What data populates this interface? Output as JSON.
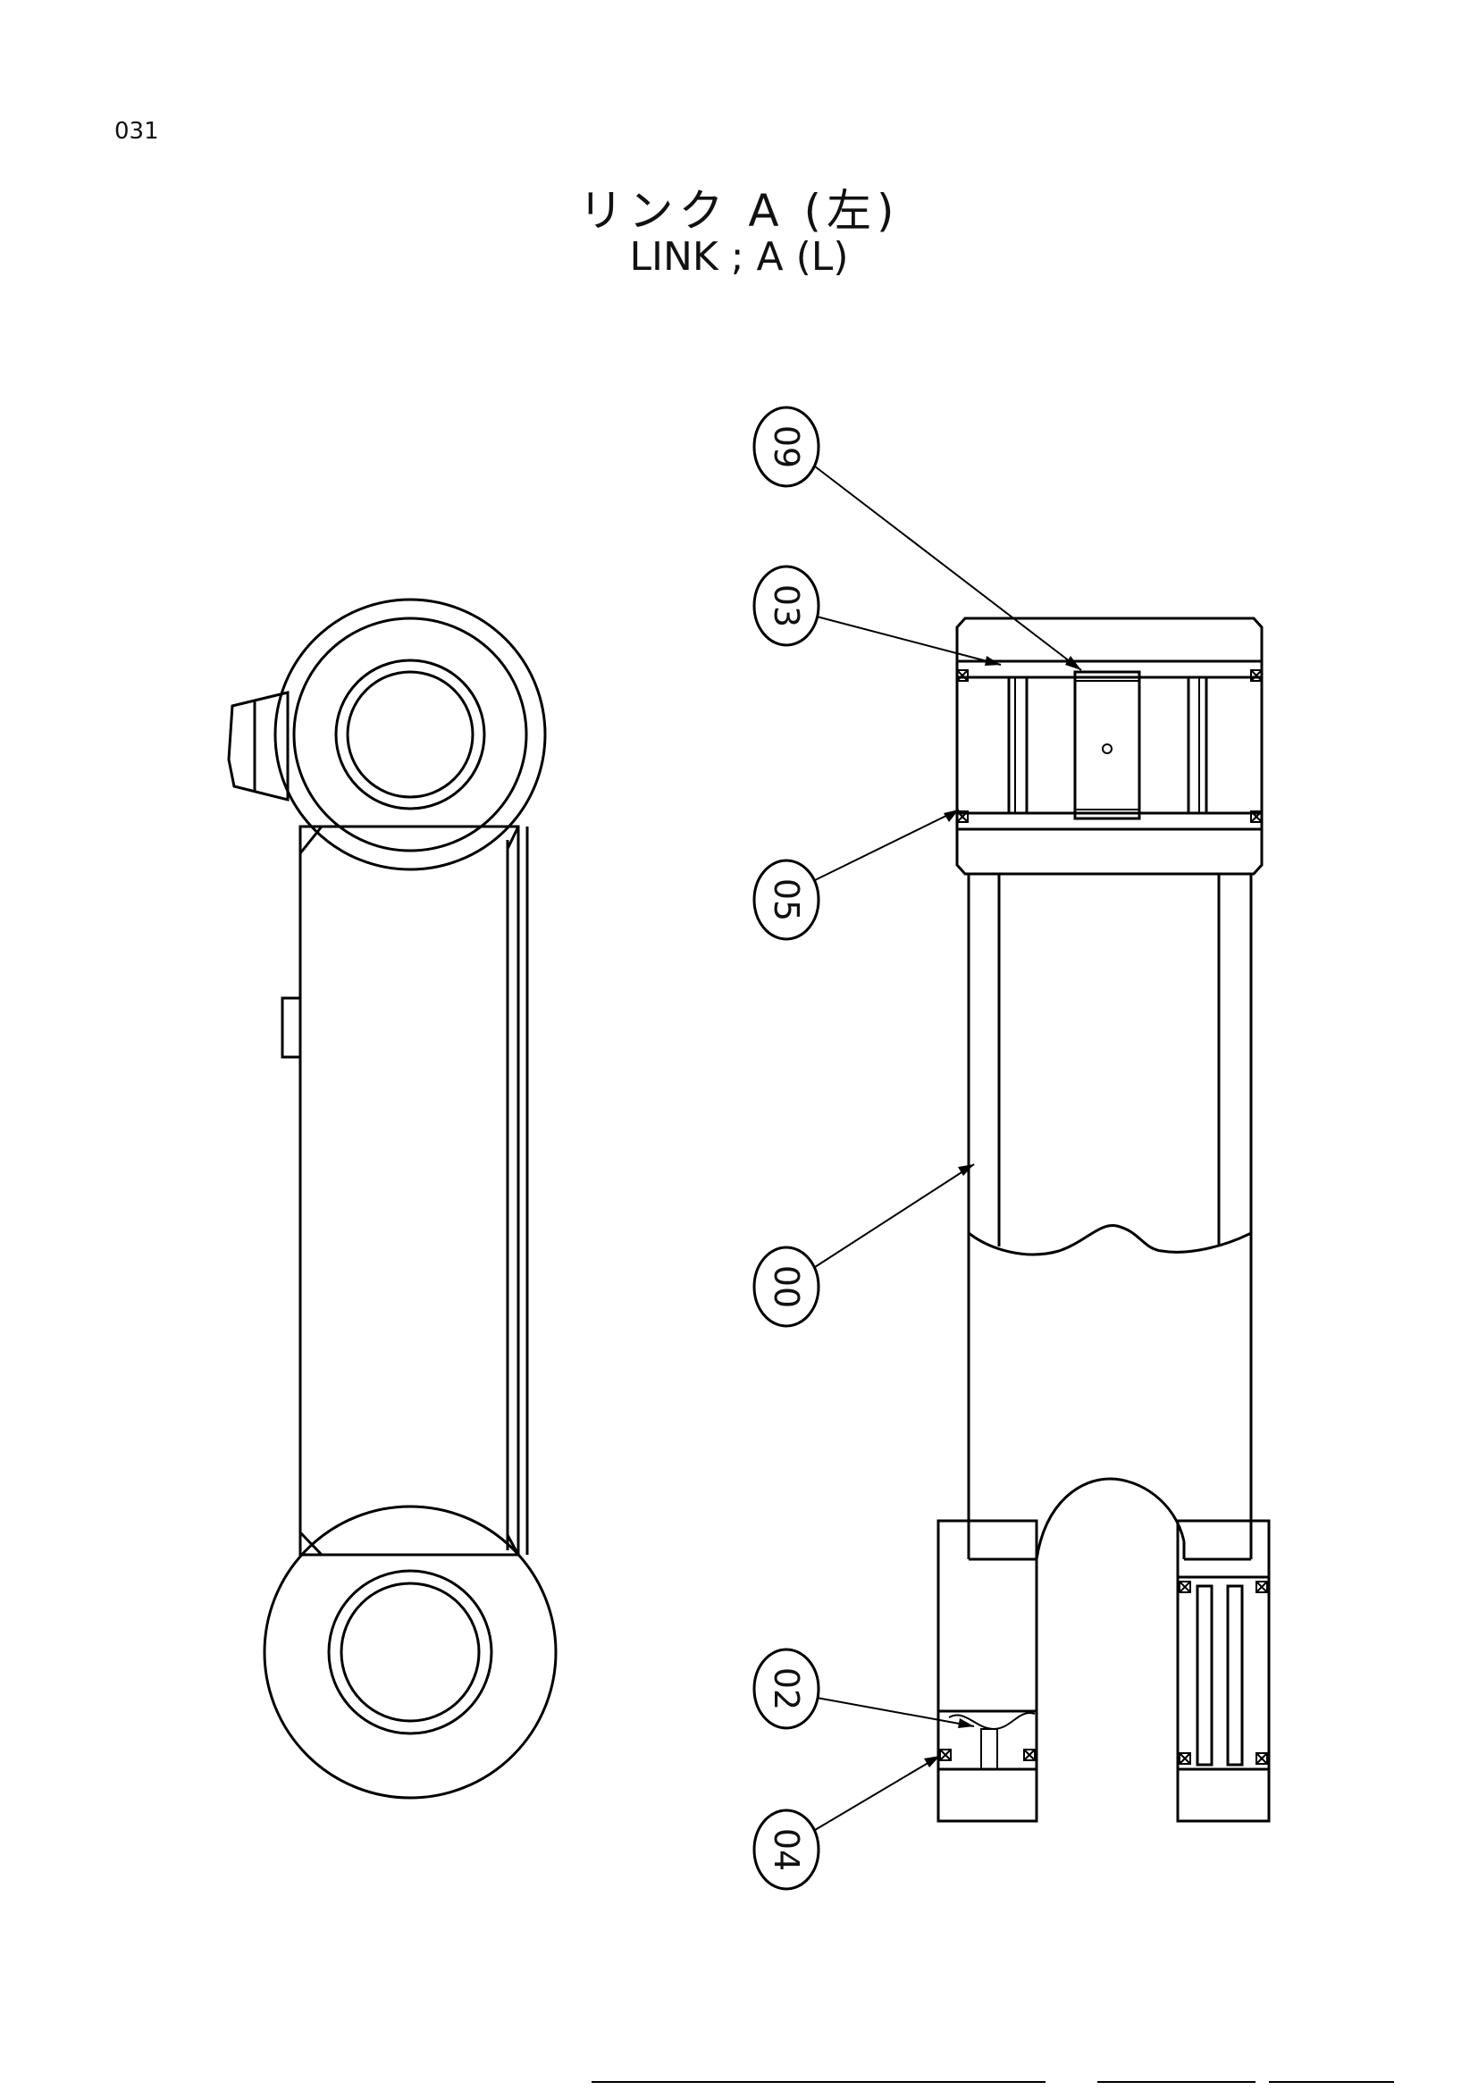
{
  "page_number": "031",
  "title": {
    "jp": "リンク A (左)",
    "en": "LINK ; A (L)"
  },
  "callouts": [
    {
      "id": "callout-09",
      "label": "09"
    },
    {
      "id": "callout-03",
      "label": "03"
    },
    {
      "id": "callout-05",
      "label": "05"
    },
    {
      "id": "callout-00",
      "label": "00"
    },
    {
      "id": "callout-02",
      "label": "02"
    },
    {
      "id": "callout-04",
      "label": "04"
    }
  ]
}
